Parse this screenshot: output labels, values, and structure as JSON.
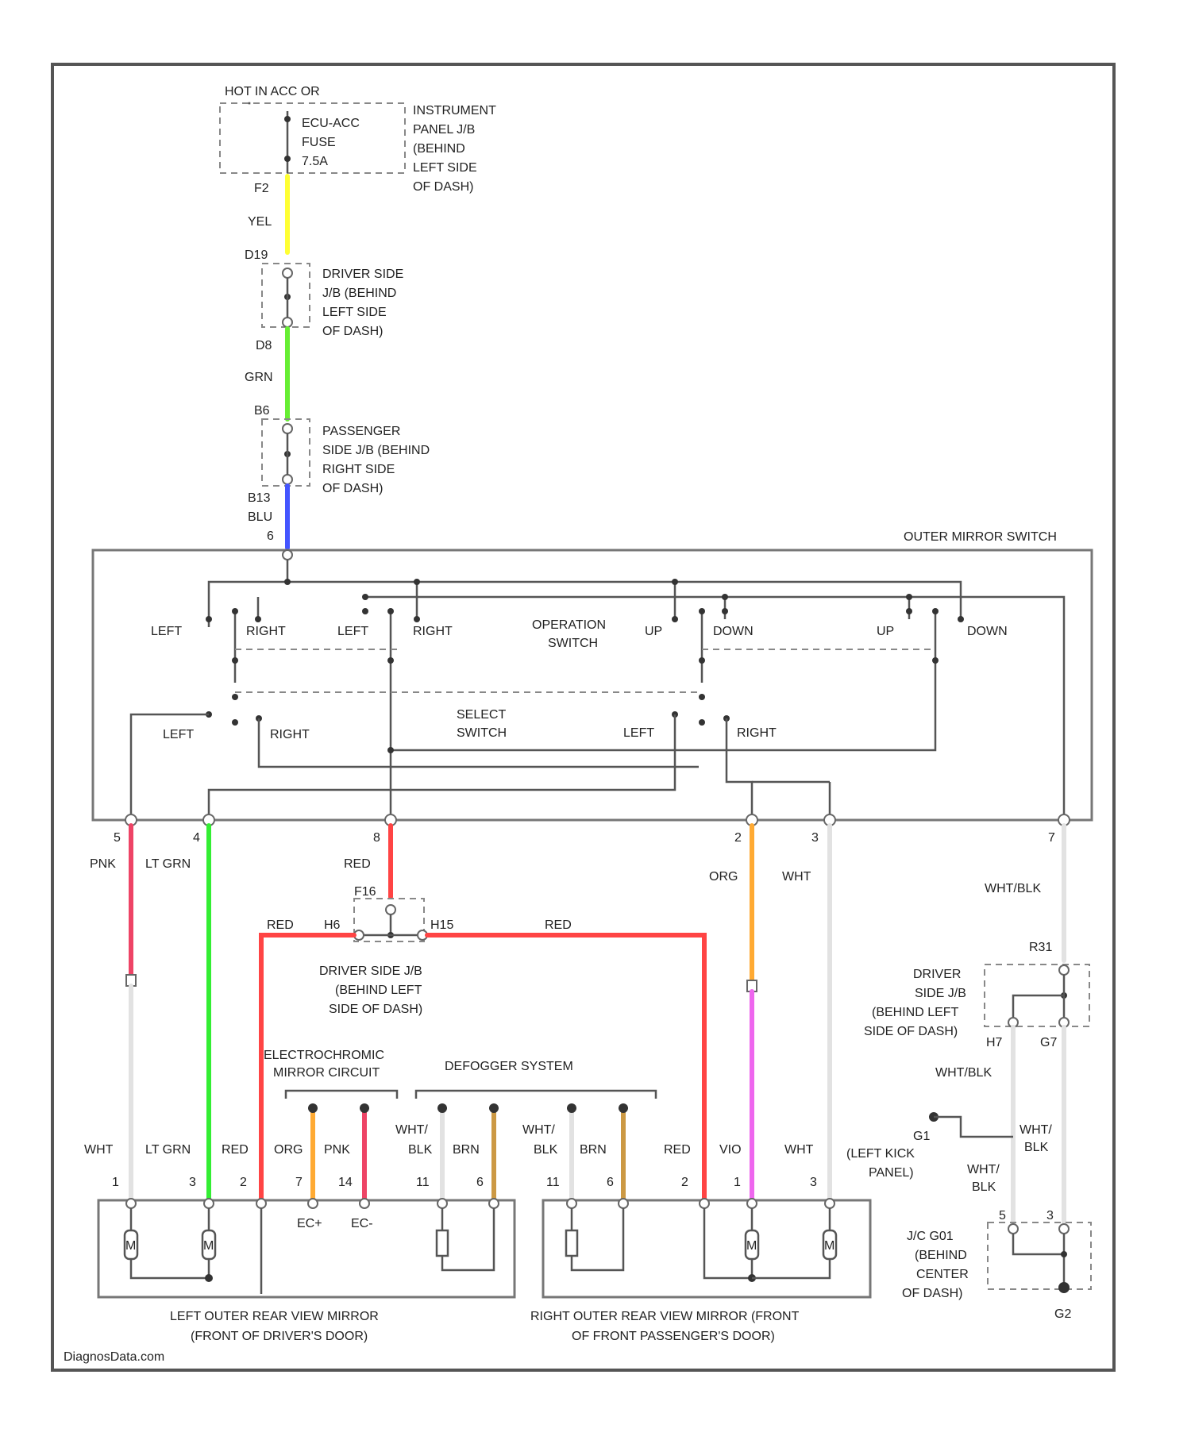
{
  "colors": {
    "yel": "#ffff33",
    "grn": "#66ee33",
    "blu": "#4455ff",
    "pnk": "#ee4466",
    "lt_grn": "#33ee33",
    "red": "#ff4444",
    "org": "#ffaa33",
    "vio": "#ee66ee",
    "wht": "#dddddd",
    "brn": "#cc9944"
  },
  "power": {
    "hot_label": "HOT IN ACC OR",
    "fuse_lines": [
      "ECU-ACC",
      "FUSE",
      "7.5A"
    ],
    "junction_lines": [
      "INSTRUMENT",
      "PANEL J/B",
      "(BEHIND",
      "LEFT SIDE",
      "OF DASH)"
    ],
    "pin": "F2"
  },
  "wire_labels": {
    "yel": "YEL",
    "grn": "GRN",
    "blu": "BLU",
    "pnk": "PNK",
    "lt_grn": "LT GRN",
    "red": "RED",
    "org": "ORG",
    "wht": "WHT",
    "wht_blk": "WHT/BLK",
    "vio": "VIO",
    "brn": "BRN",
    "wht_blk_split": [
      "WHT/",
      "BLK"
    ]
  },
  "driver_jb_top": {
    "pin_in": "D19",
    "pin_out": "D8",
    "lines": [
      "DRIVER SIDE",
      "J/B (BEHIND",
      "LEFT SIDE",
      "OF DASH)"
    ]
  },
  "passenger_jb": {
    "pin_in": "B6",
    "pin_out": "B13",
    "lines": [
      "PASSENGER",
      "SIDE J/B (BEHIND",
      "RIGHT SIDE",
      "OF DASH)"
    ]
  },
  "switch": {
    "title": "OUTER MIRROR SWITCH",
    "input_pin": "6",
    "operation_label": [
      "OPERATION",
      "SWITCH"
    ],
    "select_label": [
      "SELECT",
      "SWITCH"
    ],
    "left": "LEFT",
    "right": "RIGHT",
    "up": "UP",
    "down": "DOWN",
    "bottom_pins": [
      "5",
      "4",
      "8",
      "2",
      "3",
      "7"
    ]
  },
  "driver_jb_mid": {
    "pin_top": "F16",
    "pin_left": "H6",
    "pin_right": "H15",
    "lines": [
      "DRIVER SIDE J/B",
      "(BEHIND LEFT",
      "SIDE OF DASH)"
    ]
  },
  "driver_jb_right": {
    "pin_top": "R31",
    "pin_left": "H7",
    "pin_right": "G7",
    "lines": [
      "DRIVER",
      "SIDE J/B",
      "(BEHIND LEFT",
      "SIDE OF DASH)"
    ]
  },
  "groups": {
    "electrochromic": [
      "ELECTROCHROMIC",
      "MIRROR CIRCUIT"
    ],
    "defogger": "DEFOGGER SYSTEM"
  },
  "left_mirror": {
    "pins": [
      "1",
      "3",
      "2",
      "7",
      "14",
      "11",
      "6"
    ],
    "ec_plus": "EC+",
    "ec_minus": "EC-",
    "motor": "M",
    "caption": [
      "LEFT OUTER REAR VIEW MIRROR",
      "(FRONT OF DRIVER'S DOOR)"
    ]
  },
  "right_mirror": {
    "pins": [
      "11",
      "6",
      "2",
      "1",
      "3"
    ],
    "motor": "M",
    "caption": [
      "RIGHT OUTER REAR VIEW MIRROR (FRONT",
      "OF FRONT PASSENGER'S DOOR)"
    ]
  },
  "ground": {
    "g1": "G1",
    "g1_lines": [
      "(LEFT KICK",
      "PANEL)"
    ],
    "jc_pins": [
      "5",
      "3"
    ],
    "jc_lines": [
      "J/C G01",
      "(BEHIND",
      "CENTER",
      "OF DASH)"
    ],
    "g2": "G2"
  },
  "watermark": "DiagnosData.com"
}
